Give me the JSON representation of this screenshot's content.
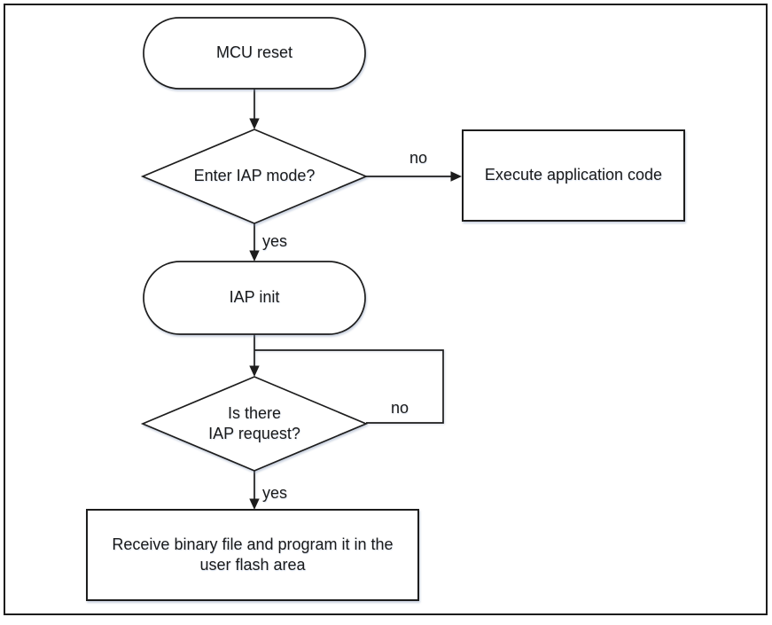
{
  "flowchart": {
    "nodes": {
      "mcu_reset": {
        "type": "terminator",
        "label": "MCU reset"
      },
      "enter_iap_mode": {
        "type": "decision",
        "label": "Enter IAP mode?"
      },
      "execute_application_code": {
        "type": "process",
        "label": "Execute application code"
      },
      "iap_init": {
        "type": "terminator",
        "label": "IAP init"
      },
      "is_there_iap_request": {
        "type": "decision",
        "label_line1": "Is there",
        "label_line2": "IAP request?"
      },
      "receive_and_program": {
        "type": "process",
        "label": "Receive binary file and program it in the user flash area"
      }
    },
    "edge_labels": {
      "enter_iap_mode_no": "no",
      "enter_iap_mode_yes": "yes",
      "iap_request_no": "no",
      "iap_request_yes": "yes"
    },
    "colors": {
      "stroke": "#1d1d1d",
      "shape_fill": "#ffffff",
      "text": "#1a1a1a",
      "background": "#ffffff"
    }
  }
}
